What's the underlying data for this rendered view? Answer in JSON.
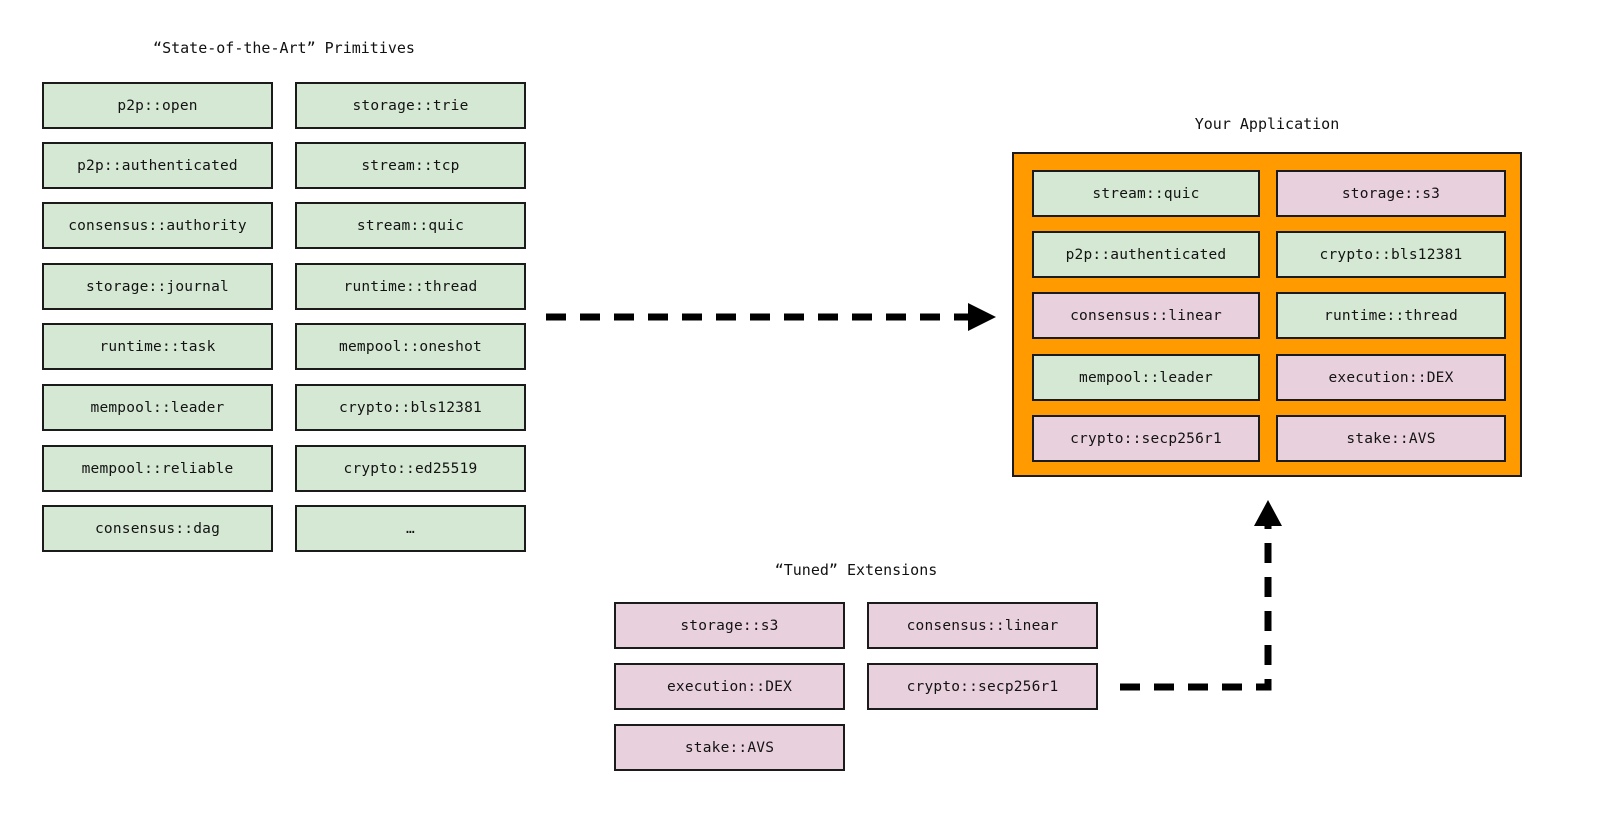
{
  "diagram": {
    "background_color": "#ffffff",
    "palette": {
      "primitive_fill": "#d5e8d4",
      "extension_fill": "#e9d0dd",
      "application_fill": "#ff9a00",
      "stroke": "#1b1b1b"
    }
  },
  "primitives": {
    "title": "“State-of-the-Art” Primitives",
    "column_1": [
      {
        "label": "p2p::open",
        "kind": "primitive"
      },
      {
        "label": "p2p::authenticated",
        "kind": "primitive"
      },
      {
        "label": "consensus::authority",
        "kind": "primitive"
      },
      {
        "label": "storage::journal",
        "kind": "primitive"
      },
      {
        "label": "runtime::task",
        "kind": "primitive"
      },
      {
        "label": "mempool::leader",
        "kind": "primitive"
      },
      {
        "label": "mempool::reliable",
        "kind": "primitive"
      },
      {
        "label": "consensus::dag",
        "kind": "primitive"
      }
    ],
    "column_2": [
      {
        "label": "storage::trie",
        "kind": "primitive"
      },
      {
        "label": "stream::tcp",
        "kind": "primitive"
      },
      {
        "label": "stream::quic",
        "kind": "primitive"
      },
      {
        "label": "runtime::thread",
        "kind": "primitive"
      },
      {
        "label": "mempool::oneshot",
        "kind": "primitive"
      },
      {
        "label": "crypto::bls12381",
        "kind": "primitive"
      },
      {
        "label": "crypto::ed25519",
        "kind": "primitive"
      },
      {
        "label": "…",
        "kind": "primitive"
      }
    ]
  },
  "application": {
    "title": "Your Application",
    "column_1": [
      {
        "label": "stream::quic",
        "kind": "primitive"
      },
      {
        "label": "p2p::authenticated",
        "kind": "primitive"
      },
      {
        "label": "consensus::linear",
        "kind": "extension"
      },
      {
        "label": "mempool::leader",
        "kind": "primitive"
      },
      {
        "label": "crypto::secp256r1",
        "kind": "extension"
      }
    ],
    "column_2": [
      {
        "label": "storage::s3",
        "kind": "extension"
      },
      {
        "label": "crypto::bls12381",
        "kind": "primitive"
      },
      {
        "label": "runtime::thread",
        "kind": "primitive"
      },
      {
        "label": "execution::DEX",
        "kind": "extension"
      },
      {
        "label": "stake::AVS",
        "kind": "extension"
      }
    ]
  },
  "extensions": {
    "title": "“Tuned” Extensions",
    "column_1": [
      {
        "label": "storage::s3",
        "kind": "extension"
      },
      {
        "label": "execution::DEX",
        "kind": "extension"
      },
      {
        "label": "stake::AVS",
        "kind": "extension"
      }
    ],
    "column_2": [
      {
        "label": "consensus::linear",
        "kind": "extension"
      },
      {
        "label": "crypto::secp256r1",
        "kind": "extension"
      }
    ]
  },
  "arrows": [
    {
      "name": "primitives-to-application",
      "style": "dashed",
      "direction": "right",
      "from": "primitives",
      "to": "application"
    },
    {
      "name": "extensions-to-application",
      "style": "dashed",
      "direction": "up",
      "from": "extensions",
      "to": "application"
    }
  ]
}
